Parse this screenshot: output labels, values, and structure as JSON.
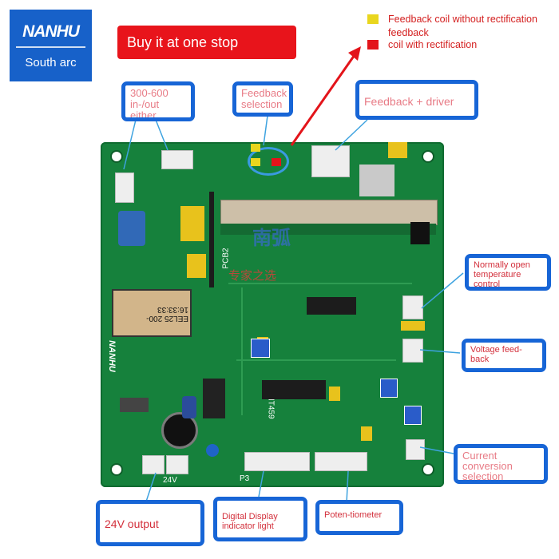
{
  "brand": {
    "logo": "NANHU",
    "tagline": "South arc"
  },
  "banner": {
    "text": "Buy it at one stop"
  },
  "legend": {
    "yellow": {
      "color": "#e9d61e",
      "text": "Feedback coil without rectification feedback"
    },
    "red": {
      "color": "#e3141a",
      "text": "coil with rectification"
    }
  },
  "callouts": {
    "input": "300-600 in-/out either",
    "feedback_selection": "Feedback selection",
    "feedback_driver": "Feedback + driver",
    "temp_control": "Normally open temperature control",
    "voltage_feedback": "Voltage feed-back",
    "current_conversion": "Current conversion selection",
    "output_24v": "24V output",
    "digital_display": "Digital Display indicator light",
    "potentiometer": "Poten-tiometer"
  },
  "board": {
    "transformer_label": "EEL25 200-16:33:33",
    "pcb_label": "PCB2",
    "brand_print": "NANHU",
    "model": "NT459",
    "voltage_mark": "24V",
    "p3_label": "P3",
    "watermark_main": "南弧",
    "watermark_sub": "专家之选"
  }
}
